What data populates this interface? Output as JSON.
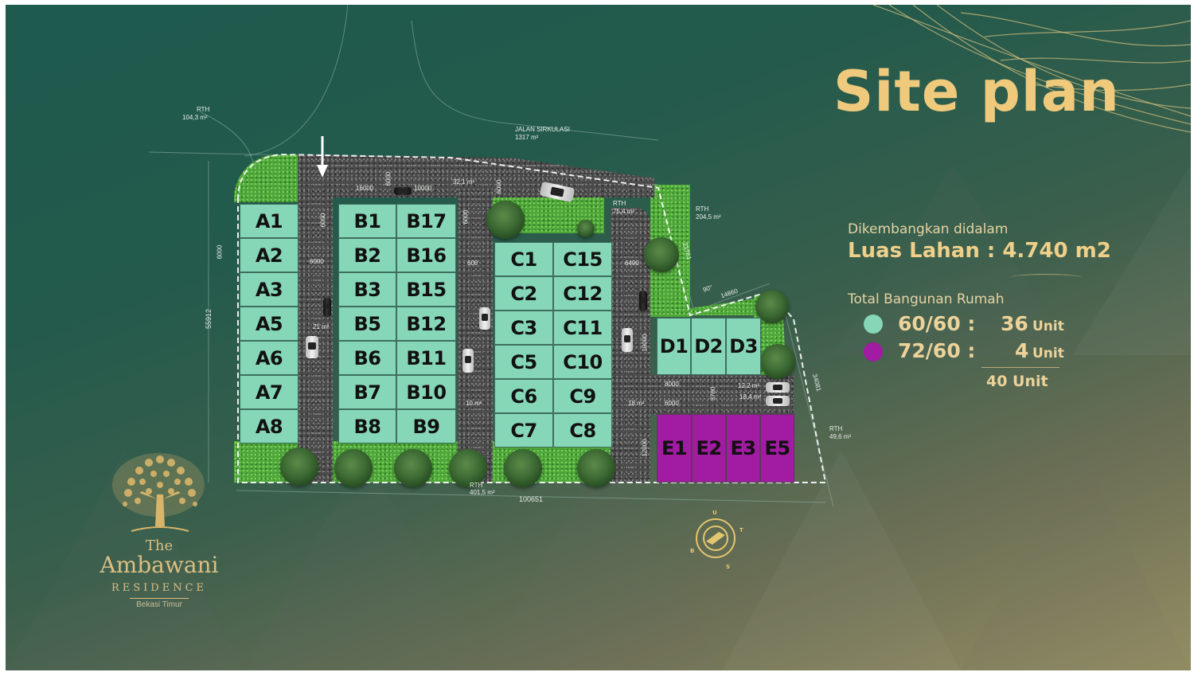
{
  "header": {
    "title": "Site plan"
  },
  "summary": {
    "developed_in_label": "Dikembangkan didalam",
    "land_area_label": "Luas Lahan : 4.740 m2",
    "total_buildings_label": "Total Bangunan Rumah",
    "types": [
      {
        "type": "60/60 :",
        "count": "36",
        "unit": "Unit",
        "color": "#86d6b8"
      },
      {
        "type": "72/60 :",
        "count": "4",
        "unit": "Unit",
        "color": "#a21ba3"
      }
    ],
    "total": "40 Unit"
  },
  "brand": {
    "the": "The",
    "name": "Ambawani",
    "residence": "RESIDENCE",
    "location": "Bekasi Timur"
  },
  "annotations": {
    "rth_top_left": {
      "label": "RTH",
      "area": "104,3 m²"
    },
    "jalan": {
      "label": "JALAN SIRKULASI",
      "area": "1317 m²"
    },
    "rth_mid": {
      "label": "RTH",
      "area": "75,4 m²"
    },
    "rth_right_top": {
      "label": "RTH",
      "area": "204,5 m²"
    },
    "rth_right_bottom": {
      "label": "RTH",
      "area": "49,6 m²"
    },
    "rth_bottom": {
      "label": "RTH",
      "area": "401,5 m²"
    },
    "dim_left_total": "55912",
    "dim_left_lot": "6000",
    "dim_bottom_total": "100651",
    "dim_top_1": "16000",
    "dim_top_2": "10000",
    "dim_top_v1": "6000",
    "dim_top_v2": "6000",
    "dim_top_area": "32,1 m²",
    "dim_road_a": "6000",
    "dim_road_a_w": "6000",
    "dim_road_a_area": "21 m²",
    "dim_road_b": "6000",
    "dim_road_b_w": "600",
    "dim_road_b_area": "10 m²",
    "dim_road_c_w": "6490",
    "dim_road_c": "10000",
    "dim_road_c_area": "18 m²",
    "dim_road_e": "12000",
    "dim_d_top": "8000",
    "dim_d_bottom": "6000",
    "dim_d_v": "3700",
    "dim_parking_1": "12,2 m²",
    "dim_parking_2": "18,4 m²",
    "dim_diag_1": "21761",
    "dim_angle": "90°",
    "dim_diag_2": "14860",
    "dim_right": "34081"
  },
  "lots": {
    "A": [
      "A1",
      "A2",
      "A3",
      "A5",
      "A6",
      "A7",
      "A8"
    ],
    "B_left": [
      "B1",
      "B2",
      "B3",
      "B5",
      "B6",
      "B7",
      "B8"
    ],
    "B_right": [
      "B17",
      "B16",
      "B15",
      "B12",
      "B11",
      "B10",
      "B9"
    ],
    "C_left": [
      "C1",
      "C2",
      "C3",
      "C5",
      "C6",
      "C7"
    ],
    "C_right": [
      "C15",
      "C12",
      "C11",
      "C10",
      "C9",
      "C8"
    ],
    "D": [
      "D1",
      "D2",
      "D3"
    ],
    "E": [
      "E1",
      "E2",
      "E3",
      "E5"
    ]
  },
  "compass": {
    "labels": [
      "U",
      "T",
      "S",
      "B"
    ]
  },
  "colors": {
    "lot_6060": "#86d6b8",
    "lot_7260": "#a21ba3",
    "gold": "#efca7c",
    "background_top": "#1e5a4e",
    "background_bottom": "#948d63"
  }
}
